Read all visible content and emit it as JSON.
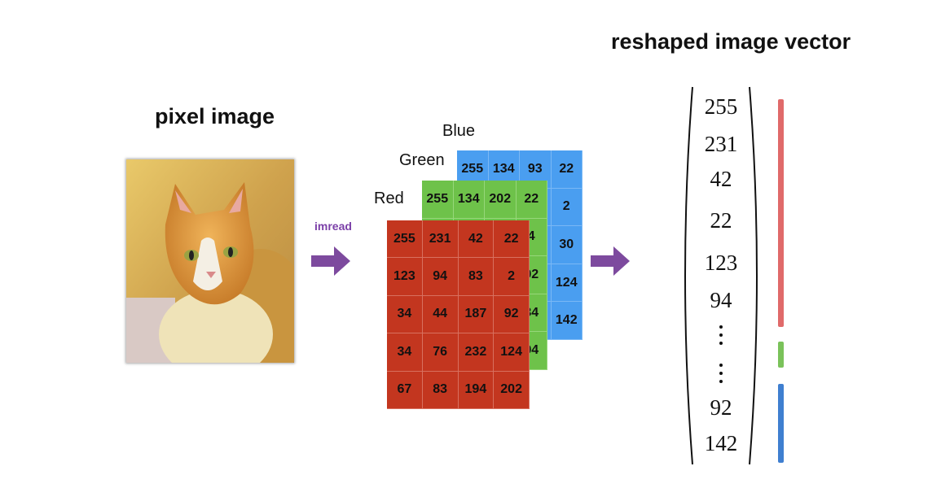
{
  "pixel_image": {
    "title": "pixel image"
  },
  "imread": {
    "label": "imread"
  },
  "channels": {
    "blue": {
      "label": "Blue",
      "color": "#4a9ef0",
      "values": [
        [
          "255",
          "134",
          "93",
          "22"
        ],
        [
          "",
          "",
          "",
          "2"
        ],
        [
          "",
          "",
          "",
          "30"
        ],
        [
          "",
          "",
          "",
          "124"
        ],
        [
          "",
          "",
          "",
          "142"
        ]
      ]
    },
    "green": {
      "label": "Green",
      "color": "#6ec24a",
      "values": [
        [
          "255",
          "134",
          "202",
          "22"
        ],
        [
          "",
          "",
          "",
          "4"
        ],
        [
          "",
          "",
          "",
          "92"
        ],
        [
          "",
          "",
          "",
          "34"
        ],
        [
          "",
          "",
          "",
          "94"
        ]
      ]
    },
    "red": {
      "label": "Red",
      "color": "#c3361f",
      "values": [
        [
          "255",
          "231",
          "42",
          "22"
        ],
        [
          "123",
          "94",
          "83",
          "2"
        ],
        [
          "34",
          "44",
          "187",
          "92"
        ],
        [
          "34",
          "76",
          "232",
          "124"
        ],
        [
          "67",
          "83",
          "194",
          "202"
        ]
      ]
    }
  },
  "vector": {
    "title": "reshaped image vector",
    "values": [
      "255",
      "231",
      "42",
      "22",
      "123",
      "94",
      "92",
      "142"
    ],
    "segment_colors": {
      "red": "#e06a6a",
      "green": "#7ac25a",
      "blue": "#3f7fd0"
    }
  },
  "icons": [
    "arrow-right-icon",
    "left-paren-icon",
    "right-paren-icon"
  ]
}
